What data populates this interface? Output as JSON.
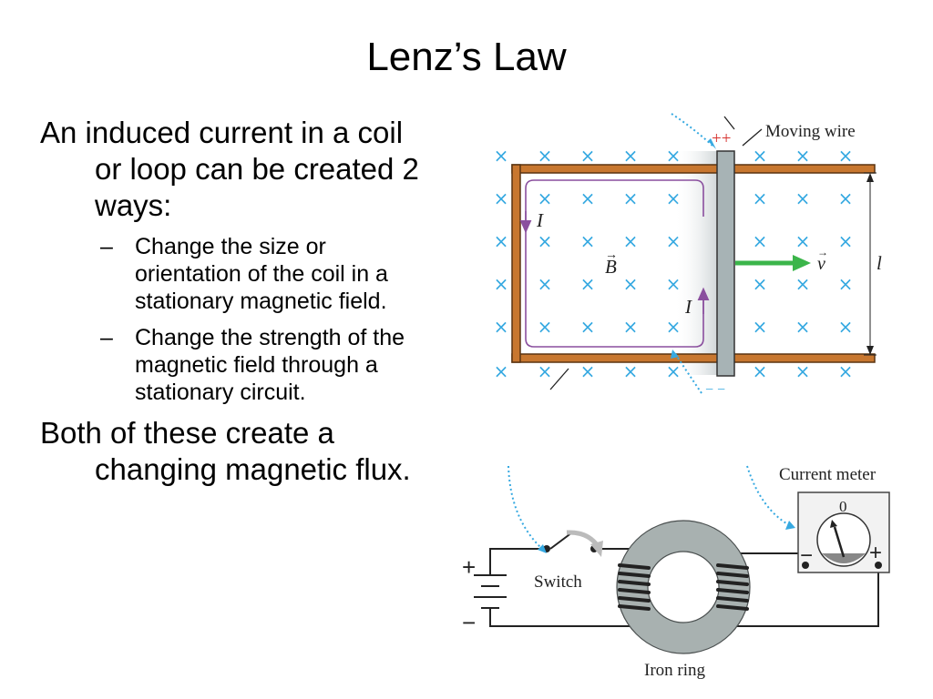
{
  "slide": {
    "title": "Lenz’s Law",
    "bullets": [
      {
        "level": 1,
        "text": "An induced current in a coil or loop can be created 2 ways:"
      },
      {
        "level": 2,
        "text": "Change the size or orientation of the coil in a stationary magnetic field."
      },
      {
        "level": 2,
        "text": "Change the strength of the magnetic field through a stationary circuit."
      },
      {
        "level": 1,
        "text": "Both of these create a changing magnetic flux."
      }
    ],
    "dash": "–"
  },
  "figure_top": {
    "moving_wire_label": "Moving wire",
    "plus_label": "++",
    "minus_label": "− −",
    "current_label": "I",
    "field_label": "B",
    "velocity_label": "v",
    "length_label": "l",
    "field_symbol": "×",
    "colors": {
      "rail": "#c8772f",
      "rail_outline": "#5a3410",
      "field_x": "#36a9e1",
      "current": "#8a4f9e",
      "velocity": "#3bb54a",
      "wire": "#a7b3b5"
    }
  },
  "figure_bottom": {
    "current_meter_label": "Current meter",
    "meter_zero": "0",
    "meter_minus": "−",
    "meter_plus": "+",
    "switch_label": "Switch",
    "iron_ring_label": "Iron ring",
    "battery_plus": "+",
    "battery_minus": "−",
    "colors": {
      "ring": "#a8b1b0",
      "coil": "#222222",
      "leader": "#36a9e1"
    }
  }
}
